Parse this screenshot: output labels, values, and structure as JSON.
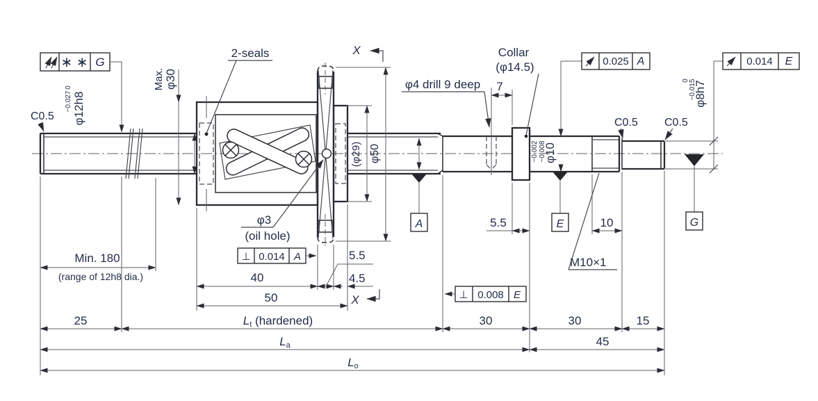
{
  "drawing": {
    "labels": {
      "two_seals": "2-seals",
      "section_x_top": "X",
      "section_x_bottom": "X",
      "collar_line1": "Collar",
      "collar_line2": "(φ14.5)",
      "drill_note": "φ4 drill 9 deep",
      "oil_hole_dia": "φ3",
      "oil_hole_note": "(oil hole)",
      "chamfer_left": "C0.5",
      "chamfer_mid": "C0.5",
      "chamfer_right": "C0.5",
      "max_dia_line1": "Max.",
      "max_dia_line2": "φ30",
      "thread_callout": "M10×1",
      "min_range_main": "Min. 180",
      "min_range_note": "(range of 12h8 dia.)"
    },
    "diameters": {
      "d12": {
        "tol_upper": "0",
        "tol_lower": "−0.027",
        "text": "φ12h8"
      },
      "d10": {
        "tol_upper": "−0.002",
        "tol_lower": "−0.008",
        "text": "φ10"
      },
      "d8": {
        "tol_upper": "0",
        "tol_lower": "−0.015",
        "text": "φ8h7"
      },
      "d50": "φ50",
      "d29": "(φ29)"
    },
    "dims": {
      "n25": "25",
      "n40": "40",
      "n50": "50",
      "n55_flange": "5.5",
      "n45_flange": "4.5",
      "n7": "7",
      "n55_collar": "5.5",
      "n10": "10",
      "n30a": "30",
      "n30b": "30",
      "n15": "15",
      "n45": "45",
      "lt": {
        "sym": "L",
        "sub": "t",
        "note": " (hardened)"
      },
      "la": {
        "sym": "L",
        "sub": "a"
      },
      "lo": {
        "sym": "L",
        "sub": "o"
      }
    },
    "gdt": {
      "frame_g": {
        "stars": "∗ ∗",
        "datum": "G"
      },
      "frame_runout_a": {
        "value": "0.025",
        "datum": "A"
      },
      "frame_runout_e": {
        "value": "0.014",
        "datum": "E"
      },
      "frame_perp_a": {
        "symbol": "⊥",
        "value": "0.014",
        "datum": "A"
      },
      "frame_perp_e": {
        "symbol": "⊥",
        "value": "0.008",
        "datum": "E"
      },
      "datum_a": "A",
      "datum_e": "E",
      "datum_g": "G"
    },
    "colors": {
      "line": "#282b31",
      "text": "#1f2b45",
      "thin": "#5b5f66"
    }
  }
}
